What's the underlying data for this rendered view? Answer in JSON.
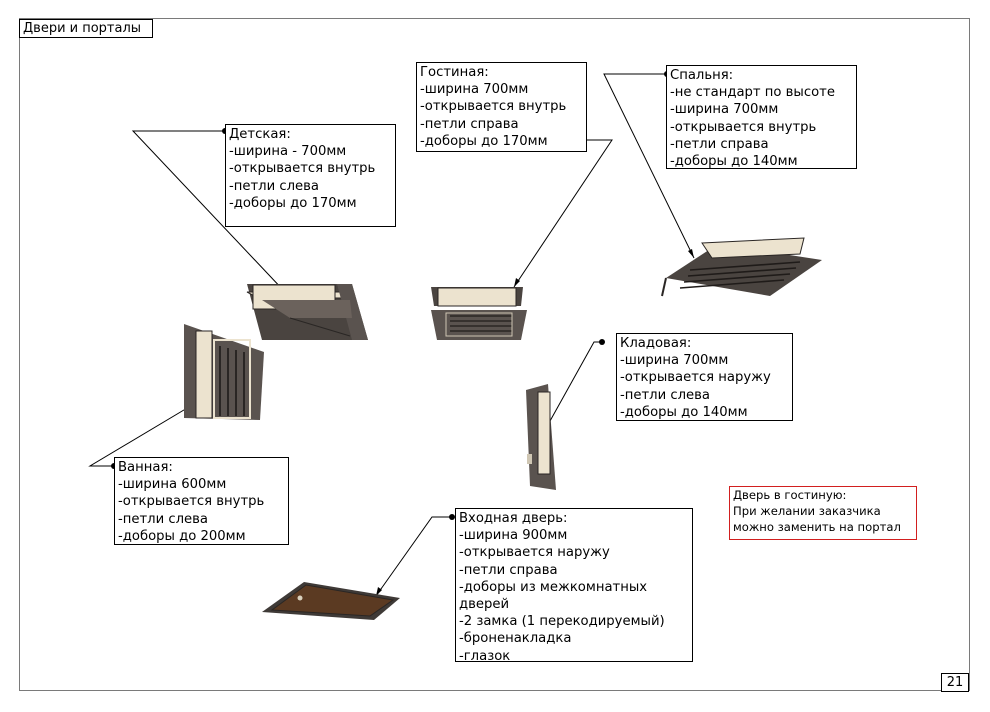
{
  "sheet": {
    "title": "Двери и порталы",
    "page_number": "21"
  },
  "callouts": {
    "detskaya": {
      "lines": [
        "Детская:",
        "-ширина - 700мм",
        "-открывается внутрь",
        "-петли слева",
        "-доборы до 170мм"
      ]
    },
    "gostinaya": {
      "lines": [
        "Гостиная:",
        "-ширина 700мм",
        "-открывается внутрь",
        "-петли справа",
        "-доборы до 170мм"
      ]
    },
    "spalnya": {
      "lines": [
        "Спальня:",
        "-не стандарт по высоте",
        "-ширина 700мм",
        "-открывается внутрь",
        "-петли справа",
        "-доборы до 140мм"
      ]
    },
    "kladovaya": {
      "lines": [
        "Кладовая:",
        "-ширина 700мм",
        "-открывается наружу",
        "-петли слева",
        "-доборы до 140мм"
      ]
    },
    "vannaya": {
      "lines": [
        "Ванная:",
        "-ширина 600мм",
        "-открывается внутрь",
        "-петли слева",
        "-доборы до 200мм"
      ]
    },
    "vhodnaya": {
      "lines": [
        "Входная дверь:",
        "-ширина 900мм",
        "-открывается наружу",
        "-петли справа",
        "-доборы из межкомнатных",
        "дверей",
        "-2 замка (1 перекодируемый)",
        "-броненакладка",
        "-глазок"
      ]
    }
  },
  "note": {
    "lines": [
      "Дверь в гостиную:",
      "При желании заказчика",
      "можно заменить на портал"
    ]
  },
  "colors": {
    "frame_gray": "#7a7a7a",
    "door_dark": "#5a534f",
    "door_panel": "#ece3cf",
    "entrance_door": "#5b3a22",
    "note_border": "#d21f1f"
  }
}
